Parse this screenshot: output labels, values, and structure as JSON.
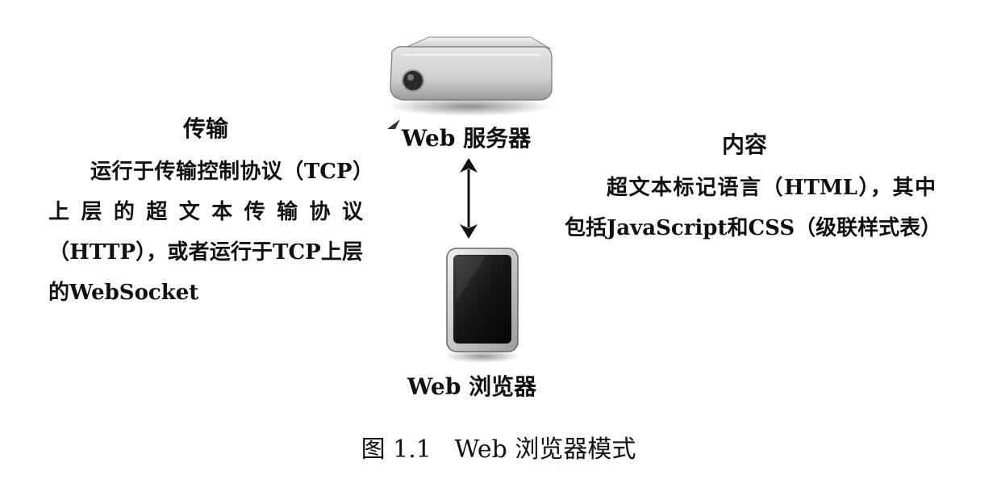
{
  "left": {
    "title": "传输",
    "body": "运行于传输控制协议（TCP）上层的超文本传输协议（HTTP），或者运行于TCP上层的WebSocket"
  },
  "right": {
    "title": "内容",
    "body": "超文本标记语言（HTML），其中包括JavaScript和CSS（级联样式表）"
  },
  "server": {
    "label": "Web 服务器",
    "icon": "server-icon"
  },
  "browser": {
    "label": "Web 浏览器",
    "icon": "tablet-icon"
  },
  "connection": {
    "icon": "double-arrow-icon"
  },
  "caption": {
    "text": "图 1.1   Web 浏览器模式"
  },
  "colors": {
    "text": "#111111",
    "server_body": "#d8d8d8",
    "screen": "#161616",
    "background": "#ffffff"
  }
}
